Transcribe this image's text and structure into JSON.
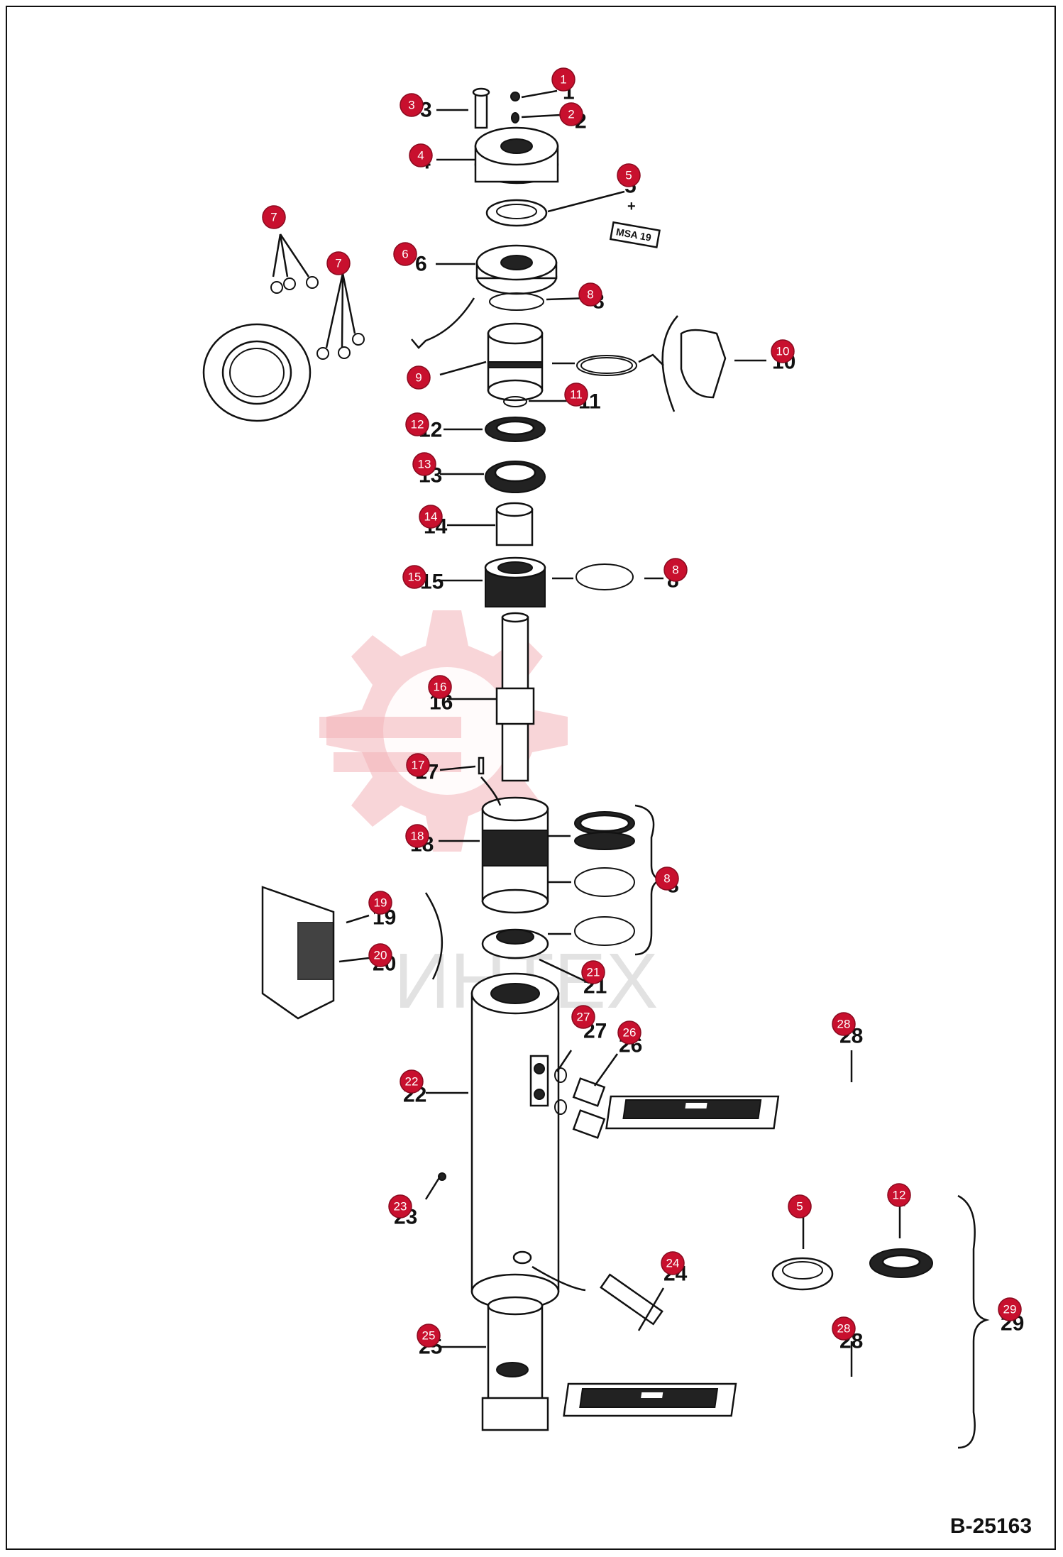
{
  "drawing": {
    "id": "B-25163",
    "watermark_text": "ИНТЕХ",
    "tube_label": "MSA 19",
    "plus_sign": "+"
  },
  "callouts": [
    {
      "num": "1"
    },
    {
      "num": "2"
    },
    {
      "num": "3"
    },
    {
      "num": "4"
    },
    {
      "num": "5"
    },
    {
      "num": "6"
    },
    {
      "num": "7"
    },
    {
      "num": "7"
    },
    {
      "num": "8"
    },
    {
      "num": "9"
    },
    {
      "num": "10"
    },
    {
      "num": "11"
    },
    {
      "num": "12"
    },
    {
      "num": "13"
    },
    {
      "num": "14"
    },
    {
      "num": "15"
    },
    {
      "num": "8"
    },
    {
      "num": "16"
    },
    {
      "num": "17"
    },
    {
      "num": "18"
    },
    {
      "num": "8"
    },
    {
      "num": "19"
    },
    {
      "num": "20"
    },
    {
      "num": "21"
    },
    {
      "num": "22"
    },
    {
      "num": "27"
    },
    {
      "num": "26"
    },
    {
      "num": "23"
    },
    {
      "num": "24"
    },
    {
      "num": "25"
    },
    {
      "num": "28"
    },
    {
      "num": "5"
    },
    {
      "num": "12"
    },
    {
      "num": "28"
    },
    {
      "num": "29"
    }
  ],
  "colors": {
    "callout": "#c8102e",
    "line": "#111111",
    "watermark": "#f2b3b8"
  }
}
